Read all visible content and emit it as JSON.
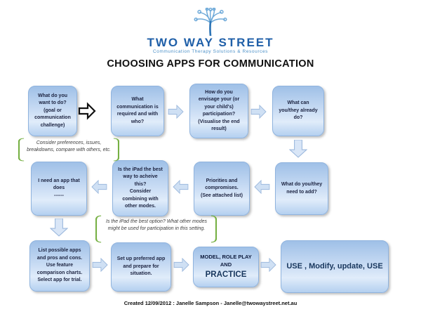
{
  "colors": {
    "brand_blue": "#1f5fa8",
    "box_fill_top": "#9fc0e7",
    "box_fill_bottom": "#b4d0f0",
    "box_border": "#8fb3de",
    "bracket_green": "#76b043",
    "navy_text": "#17365d"
  },
  "header": {
    "brand": "TWO WAY STREET",
    "tagline": "Communication Therapy Solutions & Resources",
    "title": "CHOOSING APPS FOR COMMUNICATION"
  },
  "boxes": {
    "b1": "What do you want to do? (goal or communication challenge)",
    "b2": "What communication is required and with who?",
    "b3": "How do you envisage your (or your child's) participation?\n(Visualise the end result)",
    "b4": "What can you/they already do?",
    "b5": "What do you/they need to add?",
    "b6": "Priorities and compromises.\n(See attached list)",
    "b7": "Is the iPad the best way to acheive this?\nConsider combining with other modes.",
    "b8": "I need an app that does\n------",
    "b9": "List possible apps and pros and cons. Use feature comparison charts.\nSelect  app for trial.",
    "b10": "Set up preferred app and prepare for situation.",
    "b11_line1": "MODEL, ROLE PLAY AND",
    "b11_line2": "PRACTICE",
    "b12": "USE , Modify, update, USE"
  },
  "annotations": {
    "bracket1": "Consider preferences, issues, breakdowns, compare with others, etc.",
    "bracket2": "Is the iPad the best option? What other modes might be used for participation in this setting."
  },
  "footer": "Created 12/09/2012 : Janelle Sampson  - Janelle@twowaystreet.net.au"
}
